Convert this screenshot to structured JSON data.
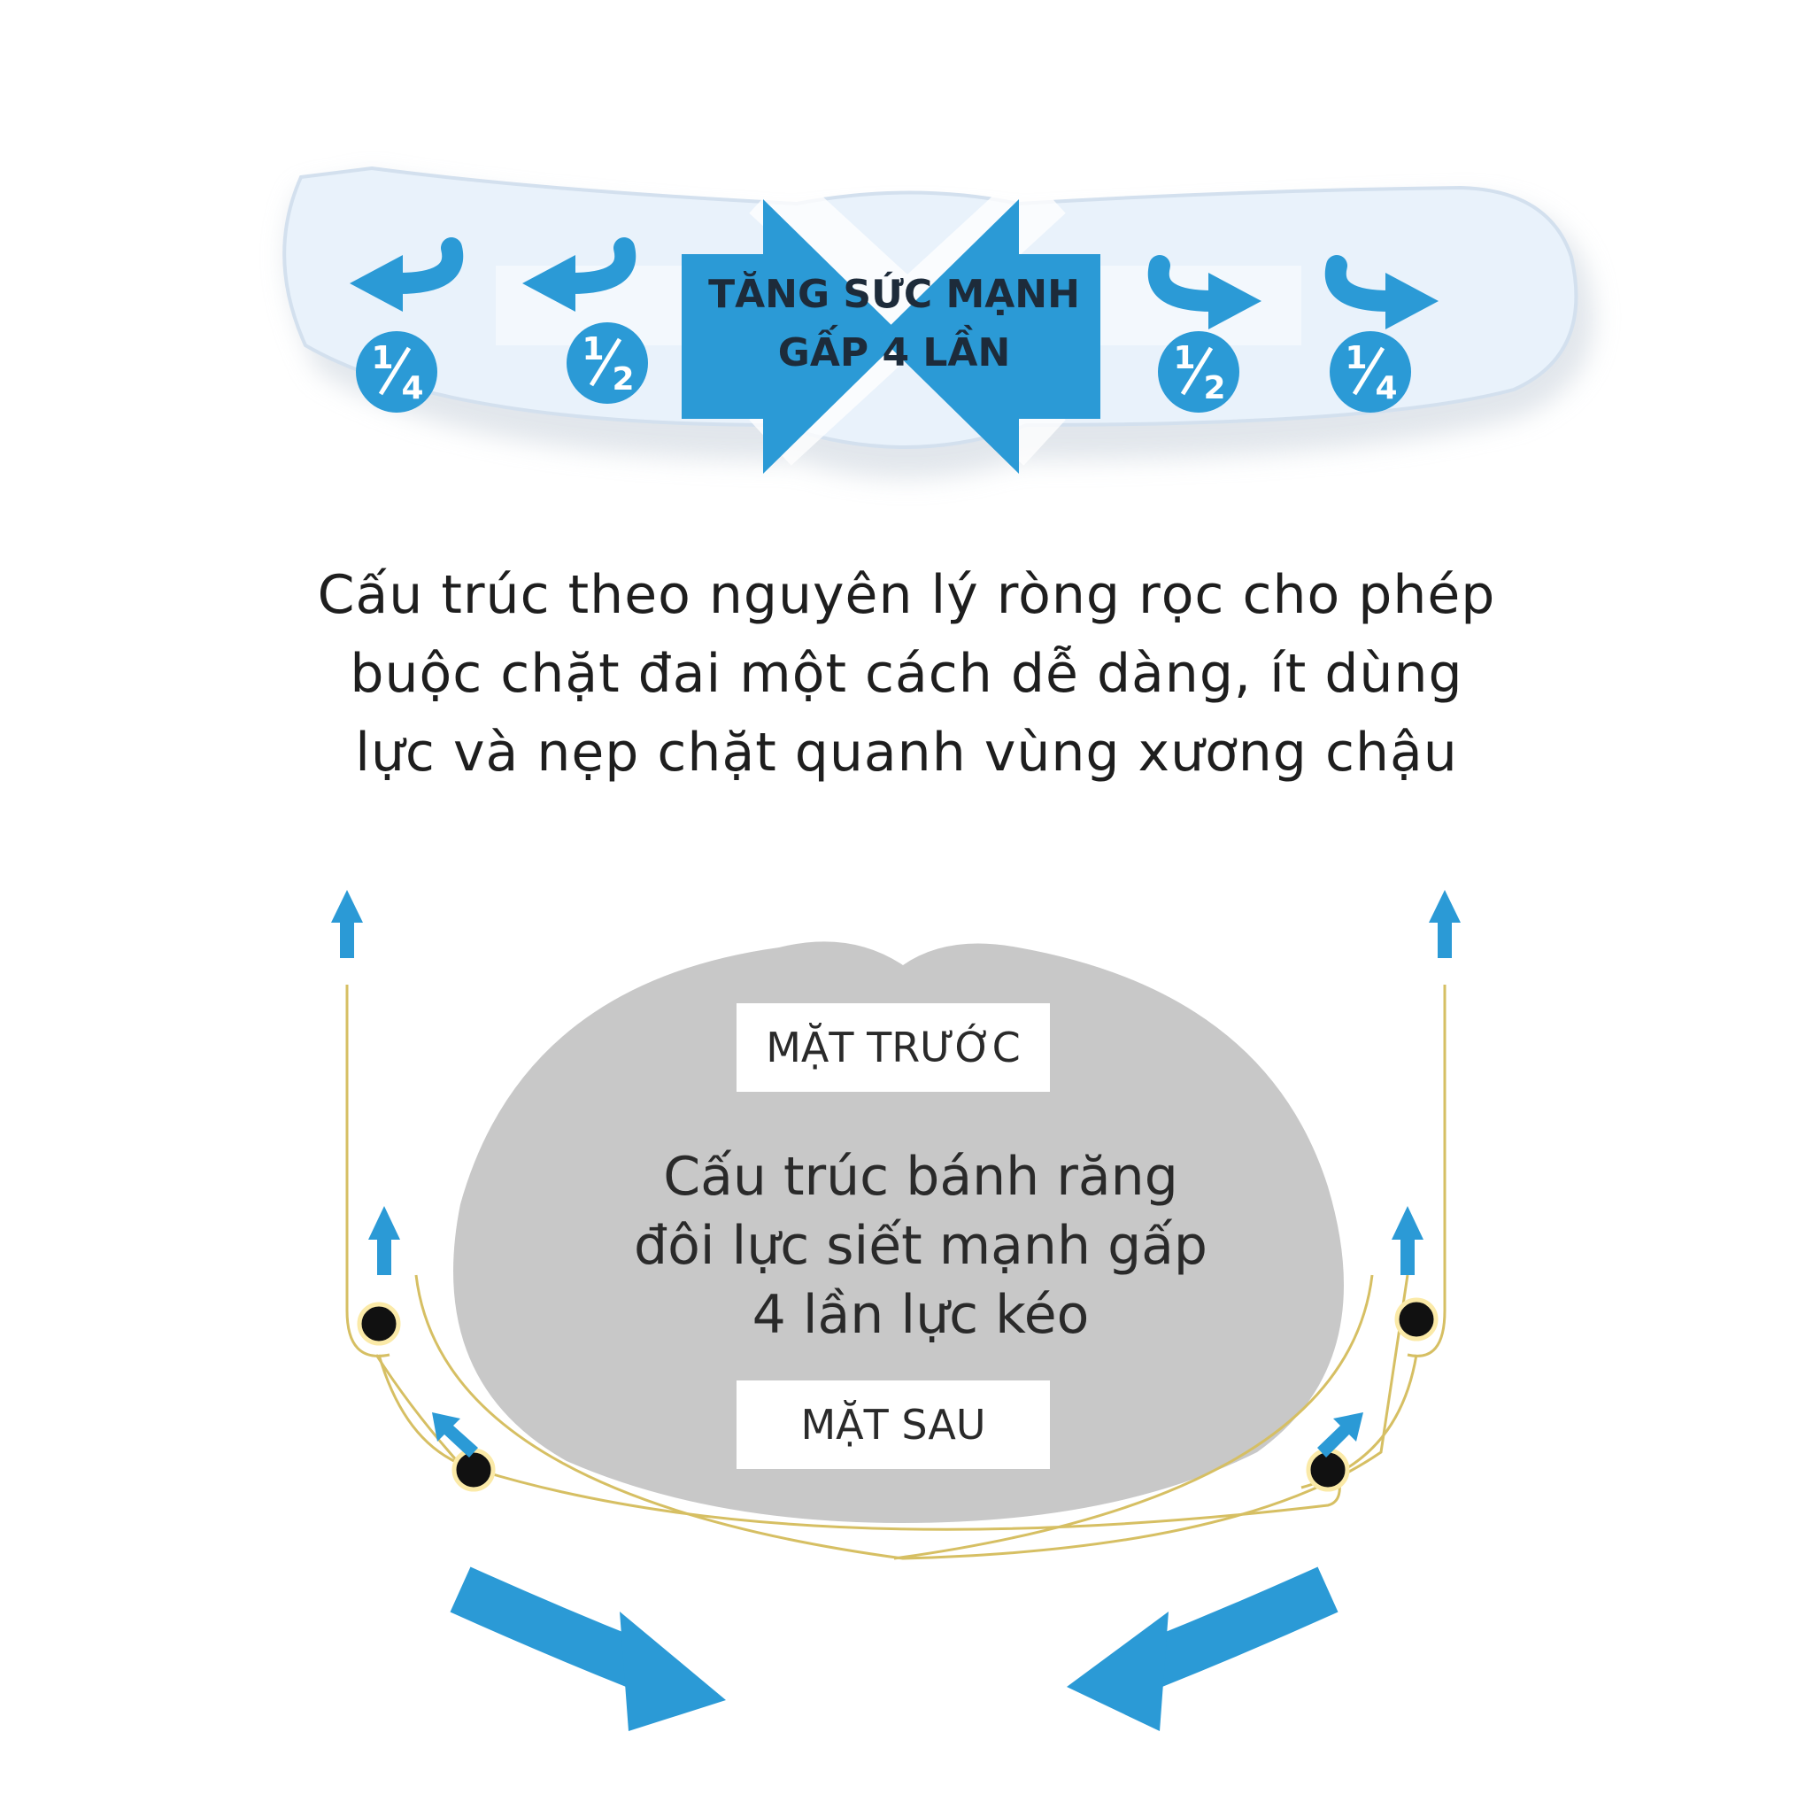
{
  "belt": {
    "strength_lines": [
      "TĂNG SỨC MẠNH",
      "GẤP 4 LẦN"
    ],
    "fractions": [
      {
        "num": "1",
        "den": "4"
      },
      {
        "num": "1",
        "den": "2"
      },
      {
        "num": "1",
        "den": "2"
      },
      {
        "num": "1",
        "den": "4"
      }
    ]
  },
  "caption_lines": [
    "Cấu trúc theo nguyên lý ròng rọc cho phép",
    "buộc chặt đai một cách dễ dàng, ít dùng",
    "lực và nẹp chặt quanh vùng xương chậu"
  ],
  "gear": {
    "front_label": "MẶT TRƯỚC",
    "back_label": "MẶT SAU",
    "lines": [
      "Cấu trúc bánh răng",
      "đôi lực siết mạnh gấp",
      "4 lần lực kéo"
    ]
  },
  "colors": {
    "accent_blue": "#2b9ad6",
    "belt_fill": "#e9f2fb",
    "oval_gray": "#c8c8c8",
    "string_gold": "#d6bf63",
    "pulley_black": "#111111"
  },
  "icons": [
    "curved-arrow-icon",
    "up-arrow-icon",
    "pulley-icon",
    "inward-arrow-icon"
  ]
}
